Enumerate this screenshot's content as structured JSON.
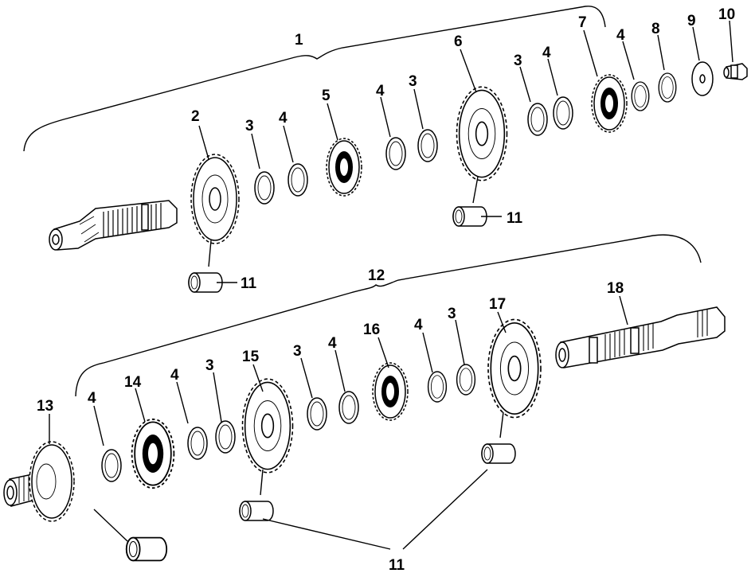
{
  "diagram": {
    "callouts": {
      "c1": "1",
      "c2": "2",
      "c3a": "3",
      "c4a": "4",
      "c5": "5",
      "c4b": "4",
      "c3b": "3",
      "c6": "6",
      "c3c": "3",
      "c4c": "4",
      "c7": "7",
      "c4d": "4",
      "c8": "8",
      "c9": "9",
      "c10": "10",
      "c11a": "11",
      "c11b": "11",
      "c12": "12",
      "c13": "13",
      "c4e": "4",
      "c14": "14",
      "c4f": "4",
      "c3d": "3",
      "c15": "15",
      "c3e": "3",
      "c4g": "4",
      "c16": "16",
      "c4h": "4",
      "c3f": "3",
      "c17": "17",
      "c18": "18",
      "c11c": "11"
    }
  }
}
